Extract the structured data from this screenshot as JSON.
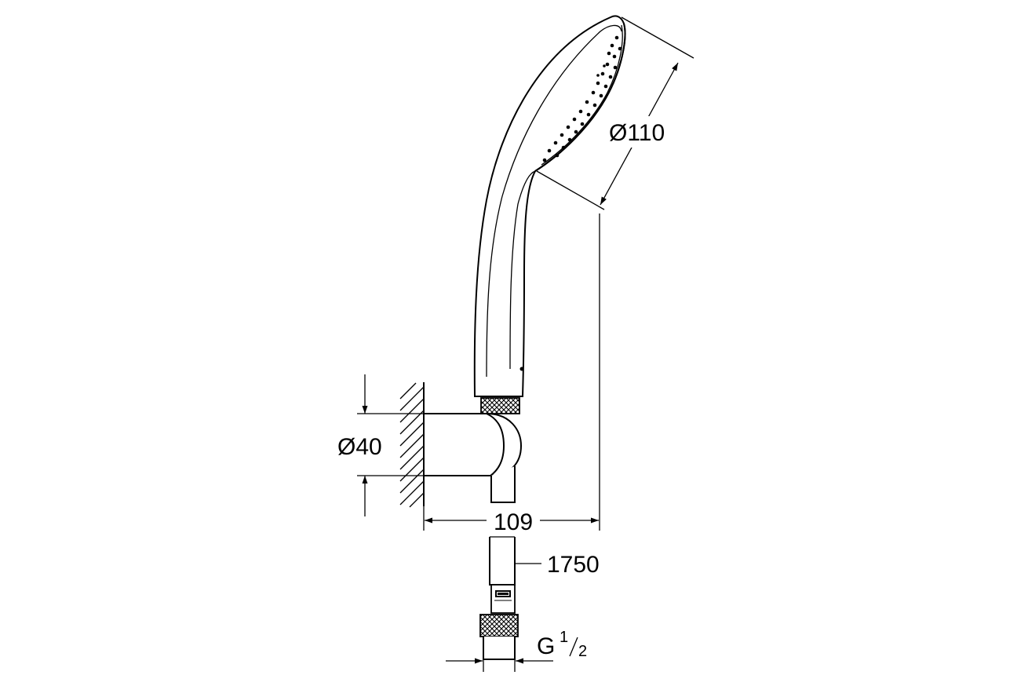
{
  "dimensions": {
    "head_diameter": "110",
    "bracket_diameter": "40",
    "projection": "109",
    "hose_length": "1750",
    "thread_prefix": "G",
    "thread_num": "1",
    "thread_den": "2"
  },
  "symbols": {
    "diameter": "Ø"
  }
}
